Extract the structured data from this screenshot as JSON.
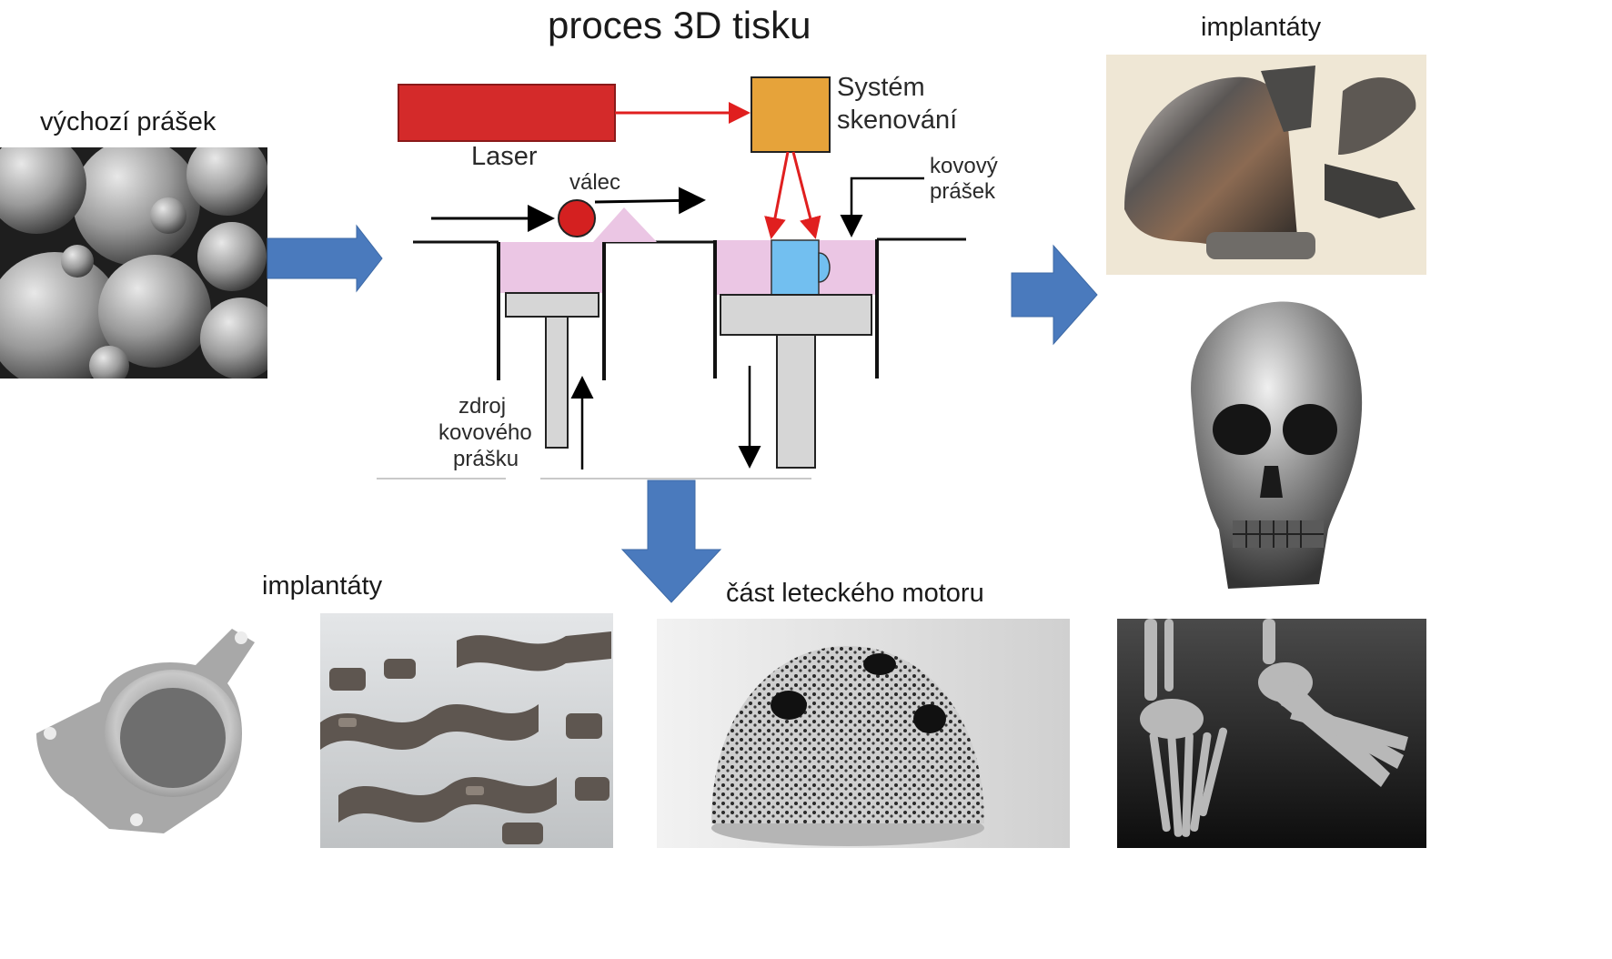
{
  "title": "proces 3D tisku",
  "captions": {
    "input_powder": "výchozí prášek",
    "implants_top": "implantáty",
    "implants_bottom": "implantáty",
    "engine_part": "část leteckého motoru"
  },
  "diagram": {
    "laser": "Laser",
    "scan_system_line1": "Systém",
    "scan_system_line2": "skenování",
    "roller": "válec",
    "metal_powder_line1": "kovový",
    "metal_powder_line2": "prášek",
    "source_line1": "zdroj",
    "source_line2": "kovového",
    "source_line3": "prášku"
  },
  "colors": {
    "laser": "#d42a2a",
    "scan_system": "#e6a33a",
    "powder": "#ebc6e4",
    "part": "#72bff0",
    "piston": "#d6d6d6",
    "flow_arrow": "#4a7abd",
    "beam": "#e01f1f"
  },
  "icons": {
    "input_photo": "metal-powder-spheres-image",
    "implants_photo_1": "cranial-implants-image",
    "implants_photo_2": "metal-skull-image",
    "implants_photo_3": "metal-foot-skeleton-image",
    "implants_photo_4": "hip-cup-implant-image",
    "implants_photo_5": "dental-crowns-image",
    "engine_photo": "porous-dome-part-image"
  }
}
